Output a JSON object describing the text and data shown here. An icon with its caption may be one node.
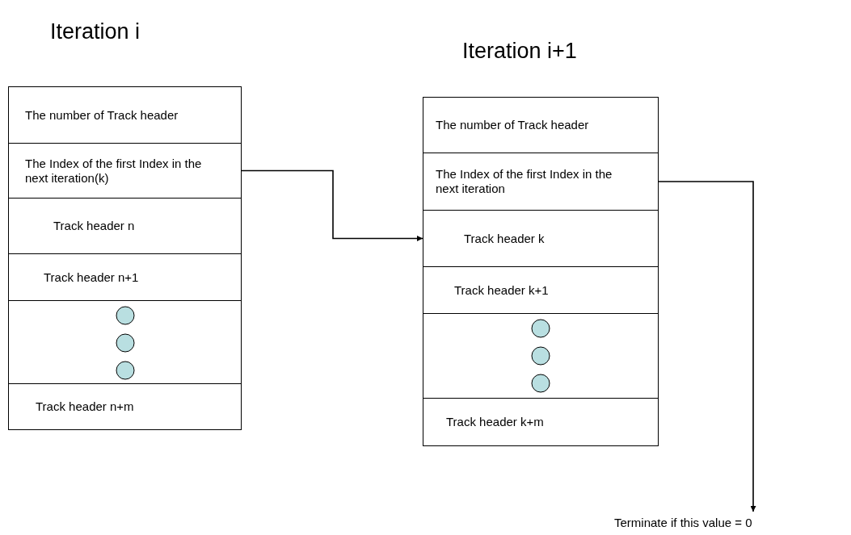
{
  "diagram": {
    "nodes": [
      {
        "text": [
          "The number of Track header"
        ]
      },
      {
        "text": [
          "The Index of the first Index in the next iteration(k)"
        ]
      },
      {
        "text": [
          "Track header n"
        ]
      },
      {
        "text": [
          "Track header n+1"
        ]
      },
      {
        "text": [],
        "shape": "box"
      },
      {
        "text": [
          "Track header n+m"
        ]
      },
      {
        "text": [
          "The number of Track header"
        ]
      },
      {
        "text": [
          "The Index of the first Index in the next iteration"
        ]
      },
      {
        "text": [
          "Track header k"
        ]
      },
      {
        "text": [
          "Track header k+1"
        ]
      },
      {
        "text": [],
        "shape": "box"
      },
      {
        "text": [
          "Track header k+m"
        ]
      },
      {
        "text": [
          "Terminate if this value = 0"
        ]
      }
    ],
    "edges": [
      {
        "from": 1,
        "to": 8,
        "arrow": "to"
      },
      {
        "from": 7,
        "to": 12,
        "arrow": "to"
      }
    ],
    "labels": [
      "Iteration i",
      "Iteration i+1"
    ]
  }
}
